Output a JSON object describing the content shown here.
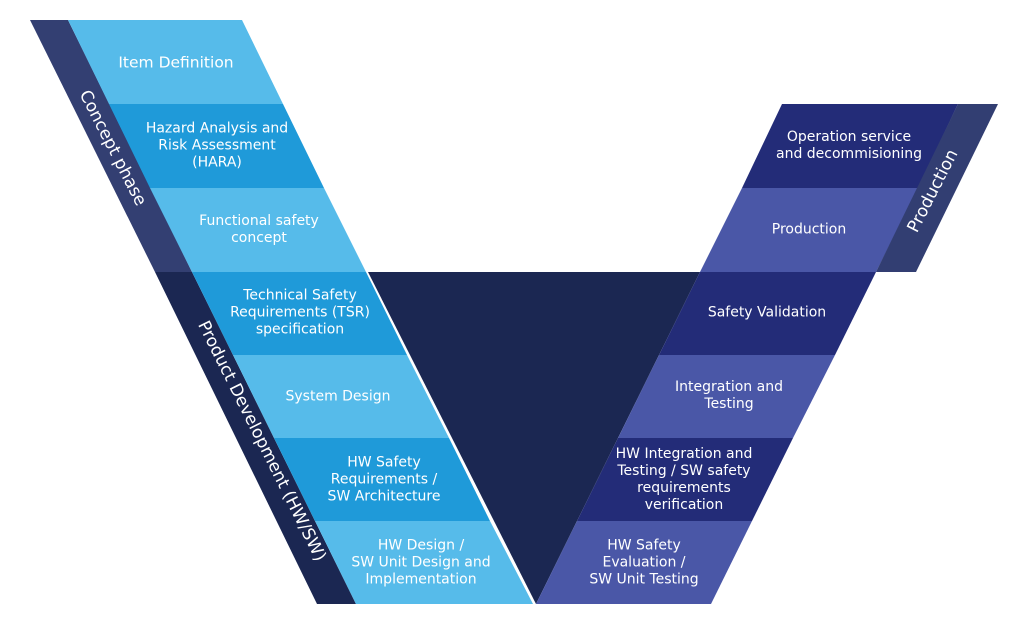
{
  "colors": {
    "band_dark": "#1b2752",
    "band_mid": "#333f72",
    "left_light": "#56bbea",
    "left_mid": "#1f9ad9",
    "right_dark": "#232c78",
    "right_light": "#4a57a7",
    "right_band": "#323e72"
  },
  "bands": {
    "concept": "Concept phase",
    "product_dev": "Product Development (HW/SW)",
    "production": "Production"
  },
  "left_steps": [
    {
      "label": "Item Definition"
    },
    {
      "label": "Hazard Analysis and\nRisk Assessment\n(HARA)"
    },
    {
      "label": "Functional safety\nconcept"
    },
    {
      "label": "Technical Safety\nRequirements (TSR)\nspecification"
    },
    {
      "label": "System Design"
    },
    {
      "label": "HW Safety\nRequirements /\nSW Architecture"
    },
    {
      "label": "HW Design /\nSW Unit Design and\nImplementation"
    }
  ],
  "right_steps": [
    {
      "label": "Operation service\nand decommisioning"
    },
    {
      "label": "Production"
    },
    {
      "label": "Safety Validation"
    },
    {
      "label": "Integration and\nTesting"
    },
    {
      "label": "HW Integration and\nTesting / SW safety\nrequirements\nverification"
    },
    {
      "label": "HW Safety\nEvaluation /\nSW Unit Testing"
    }
  ]
}
